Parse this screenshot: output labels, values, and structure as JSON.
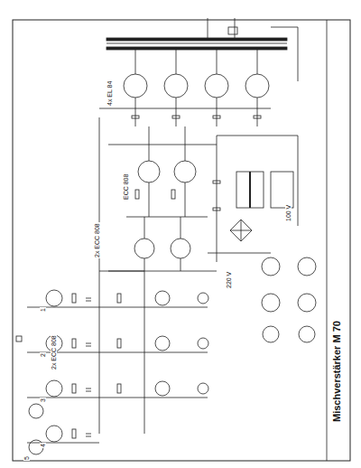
{
  "diagram": {
    "title": "Mischverstärker M 70",
    "labels": [
      "4x EL 84",
      "ECC 808",
      "2x ECC 808",
      "2x ECC 808",
      "1",
      "2",
      "3",
      "4",
      "5",
      "220 V",
      "100 V"
    ]
  }
}
